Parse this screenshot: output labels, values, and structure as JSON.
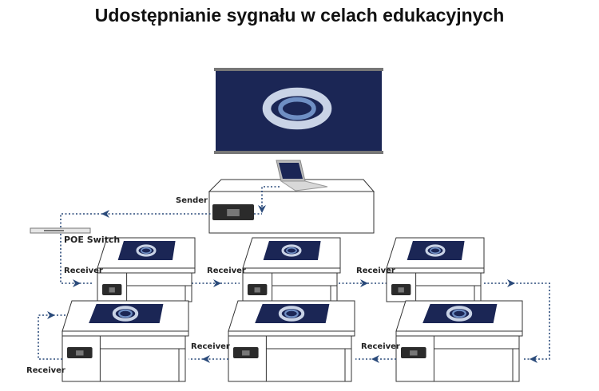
{
  "title": "Udostępnianie sygnału w celach edukacyjnych",
  "labels": {
    "sender": "Sender",
    "poe_switch": "POE Switch",
    "receiver": "Receiver"
  },
  "colors": {
    "screen": "#1b2655",
    "connector": "#2a4a7a",
    "device": "#2b2b2b"
  }
}
